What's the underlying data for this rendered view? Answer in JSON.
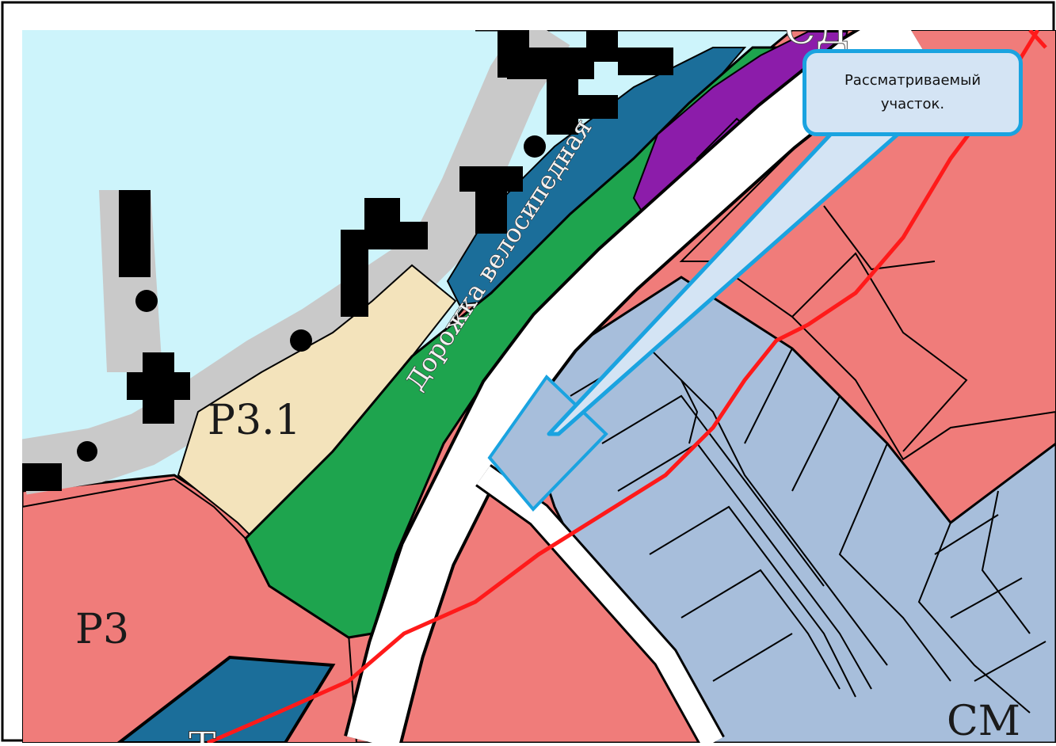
{
  "map": {
    "callout_text": "Рассматриваемый\nучасток.",
    "road_label": "Дорожка велосипедная",
    "zone_labels": {
      "r3_1": "Р3.1",
      "r3": "Р3",
      "cm": "СМ",
      "partial_top": "СД",
      "partial_bottom": "Т"
    },
    "colors": {
      "water": "#cdf4fb",
      "recreation_zone": "#f3e3bb",
      "residential_zone": "#f07c7a",
      "mixed_zone": "#a7bedb",
      "green_strip": "#1ea44e",
      "blue_strip": "#1b6e9a",
      "public_zone": "#8c1caa",
      "road": "#ffffff",
      "boundary_line": "#ff1a1a",
      "highlight": "#1aa3e0"
    }
  }
}
